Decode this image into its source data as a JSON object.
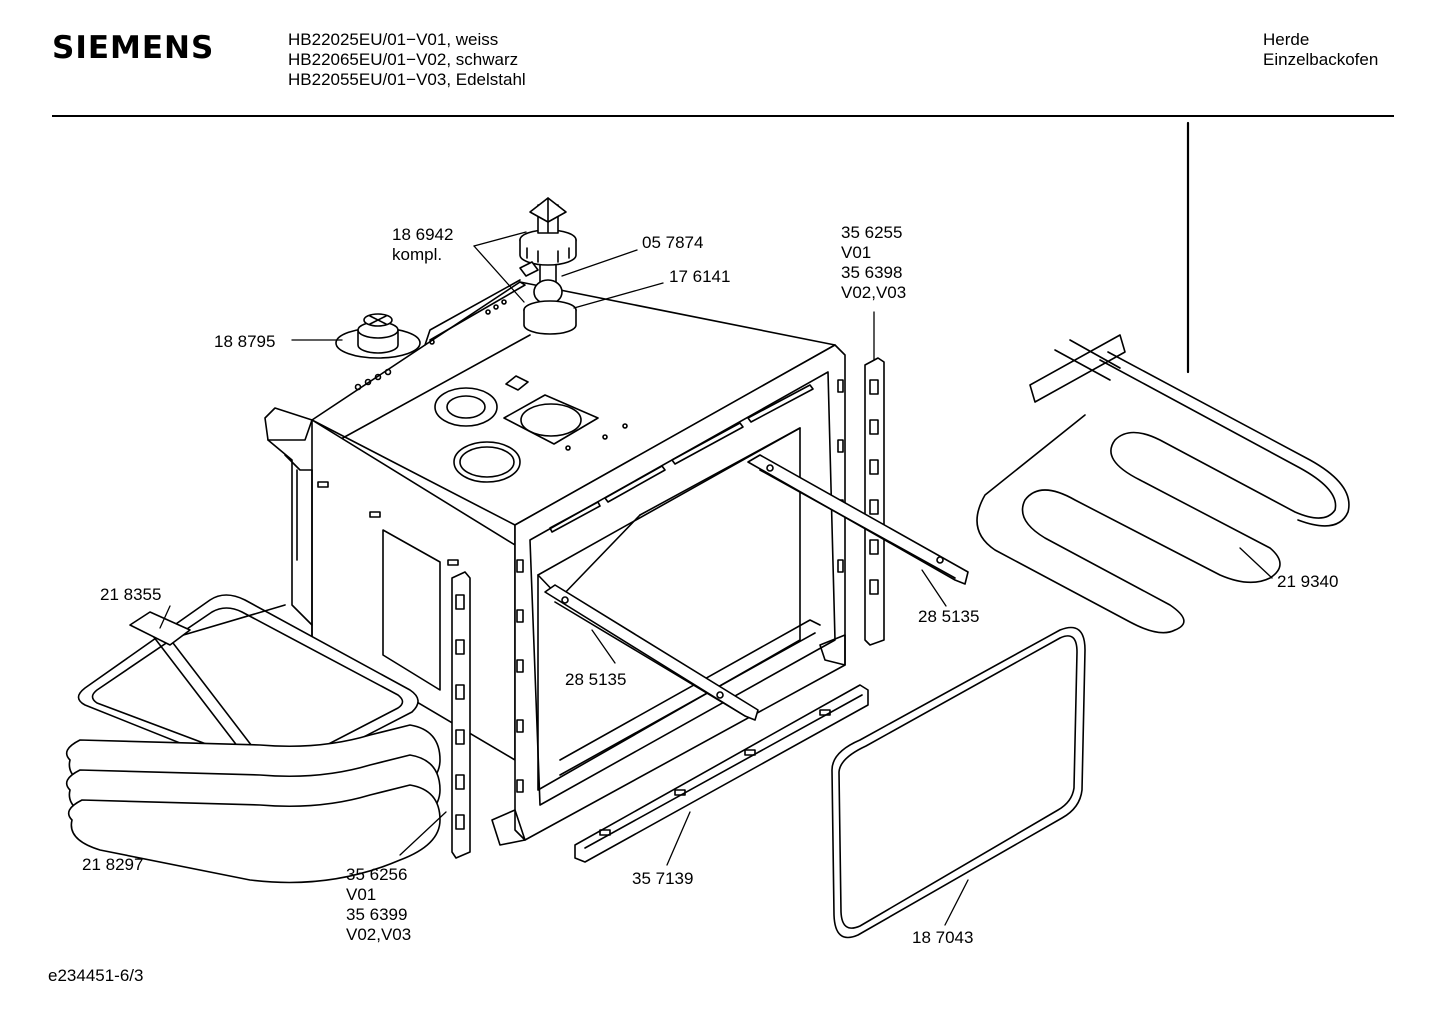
{
  "header": {
    "brand": "SIEMENS",
    "models": [
      "HB22025EU/01−V01, weiss",
      "HB22065EU/01−V02, schwarz",
      "HB22055EU/01−V03, Edelstahl"
    ],
    "category": [
      "Herde",
      "Einzelbackofen"
    ]
  },
  "footer": {
    "drawing_id": "e234451-6/3"
  },
  "parts": [
    {
      "lines": [
        "18 6942",
        "kompl."
      ]
    },
    {
      "lines": [
        "05 7874"
      ]
    },
    {
      "lines": [
        "17 6141"
      ]
    },
    {
      "lines": [
        "35 6255",
        "V01",
        "35 6398",
        "V02,V03"
      ]
    },
    {
      "lines": [
        "18 8795"
      ]
    },
    {
      "lines": [
        "21 8355"
      ]
    },
    {
      "lines": [
        "28 5135"
      ]
    },
    {
      "lines": [
        "28 5135"
      ]
    },
    {
      "lines": [
        "21 9340"
      ]
    },
    {
      "lines": [
        "21 8297"
      ]
    },
    {
      "lines": [
        "35 6256",
        "V01",
        "35 6399",
        "V02,V03"
      ]
    },
    {
      "lines": [
        "35 7139"
      ]
    },
    {
      "lines": [
        "18 7043"
      ]
    }
  ]
}
